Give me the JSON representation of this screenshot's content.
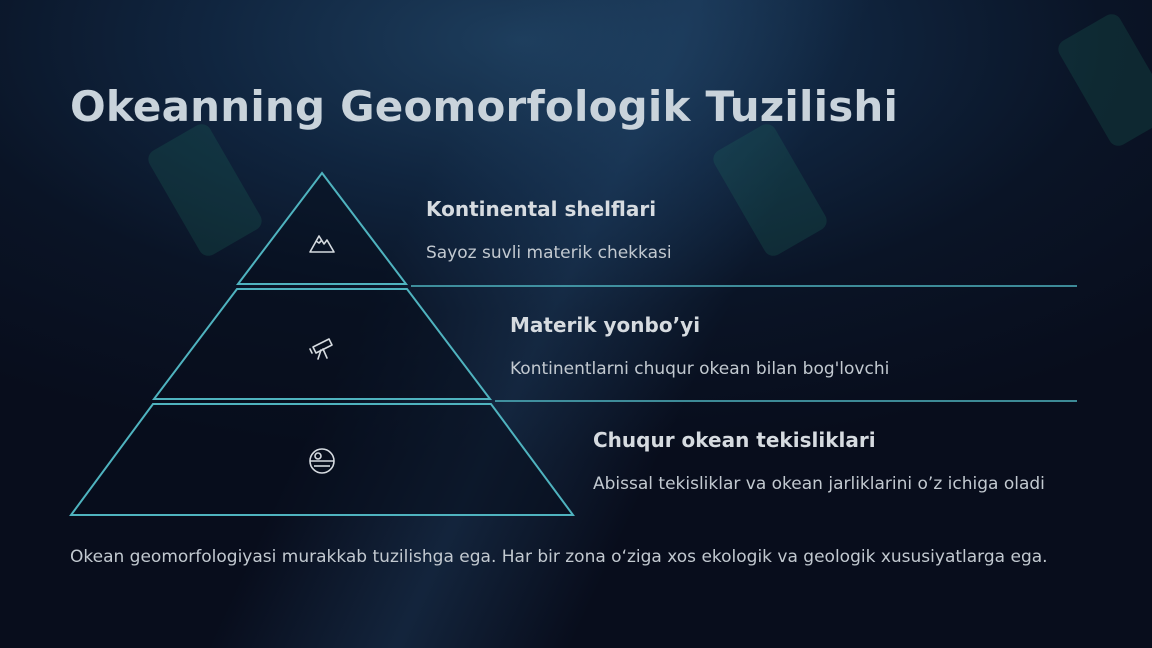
{
  "title": "Okeanning Geomorfologik Tuzilishi",
  "levels": [
    {
      "heading": "Kontinental shelflari",
      "description": "Sayoz suvli materik chekkasi",
      "icon": "mountain-icon"
    },
    {
      "heading": "Materik yonbo’yi",
      "description": "Kontinentlarni chuqur okean bilan bog'lovchi",
      "icon": "telescope-icon"
    },
    {
      "heading": "Chuqur okean tekisliklari",
      "description": "Abissal tekisliklar va okean jarliklarini o’z ichiga oladi",
      "icon": "planet-icon"
    }
  ],
  "footer": "Okean geomorfologiyasi murakkab tuzilishga ega. Har bir zona o‘ziga xos ekologik va geologik xususiyatlarga ega.",
  "colors": {
    "accent": "#4fb3bf",
    "title": "#c9d3db",
    "text": "#c2c9d0"
  }
}
